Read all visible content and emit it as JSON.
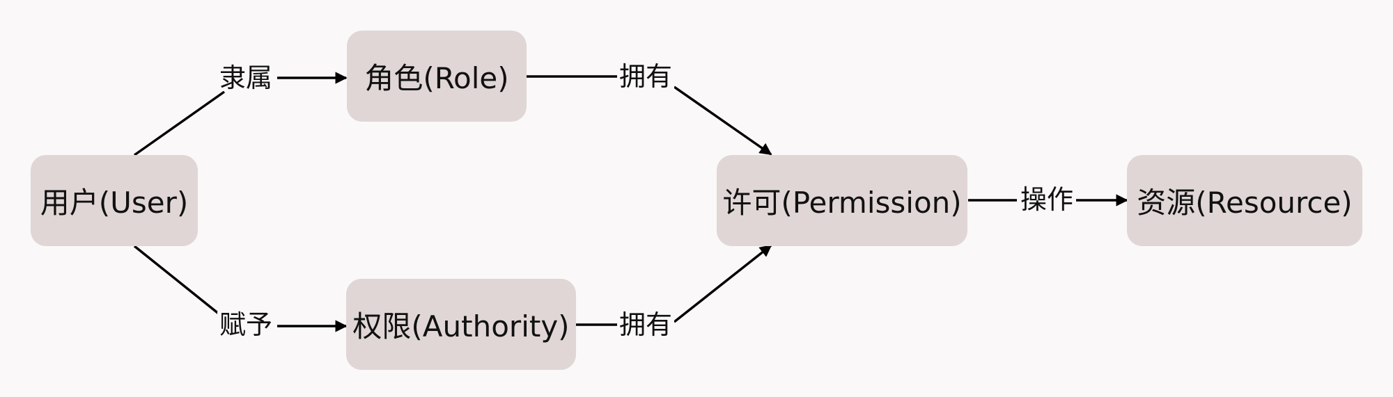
{
  "diagram": {
    "nodes": {
      "user": "用户(User)",
      "role": "角色(Role)",
      "authority": "权限(Authority)",
      "permission": "许可(Permission)",
      "resource": "资源(Resource)"
    },
    "edges": {
      "user_role": "隶属",
      "user_authority": "赋予",
      "role_permission": "拥有",
      "authority_permission": "拥有",
      "permission_resource": "操作"
    },
    "colors": {
      "background": "#faf8f8",
      "node_fill": "#e0d6d6",
      "line": "#000000"
    }
  }
}
